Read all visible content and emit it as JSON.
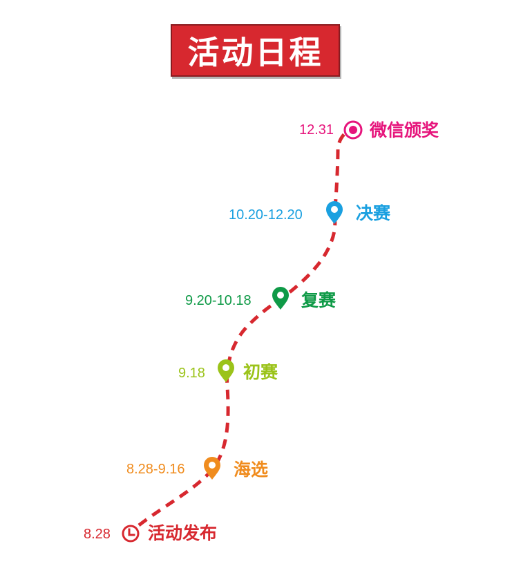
{
  "title": "活动日程",
  "colors": {
    "title_bg": "#d7282f",
    "route": "#d7282f"
  },
  "stops": [
    {
      "date": "12.31",
      "label": "微信颁奖",
      "icon": "target-icon",
      "color": "#e6157c"
    },
    {
      "date": "10.20-12.20",
      "label": "决赛",
      "icon": "map-pin-icon",
      "color": "#1aa0e0"
    },
    {
      "date": "9.20-10.18",
      "label": "复赛",
      "icon": "map-pin-icon",
      "color": "#0f9a47"
    },
    {
      "date": "9.18",
      "label": "初赛",
      "icon": "map-pin-icon",
      "color": "#9bc31a"
    },
    {
      "date": "8.28-9.16",
      "label": "海选",
      "icon": "map-pin-icon",
      "color": "#f08c1e"
    },
    {
      "date": "8.28",
      "label": "活动发布",
      "icon": "clock-icon",
      "color": "#d7282f"
    }
  ]
}
